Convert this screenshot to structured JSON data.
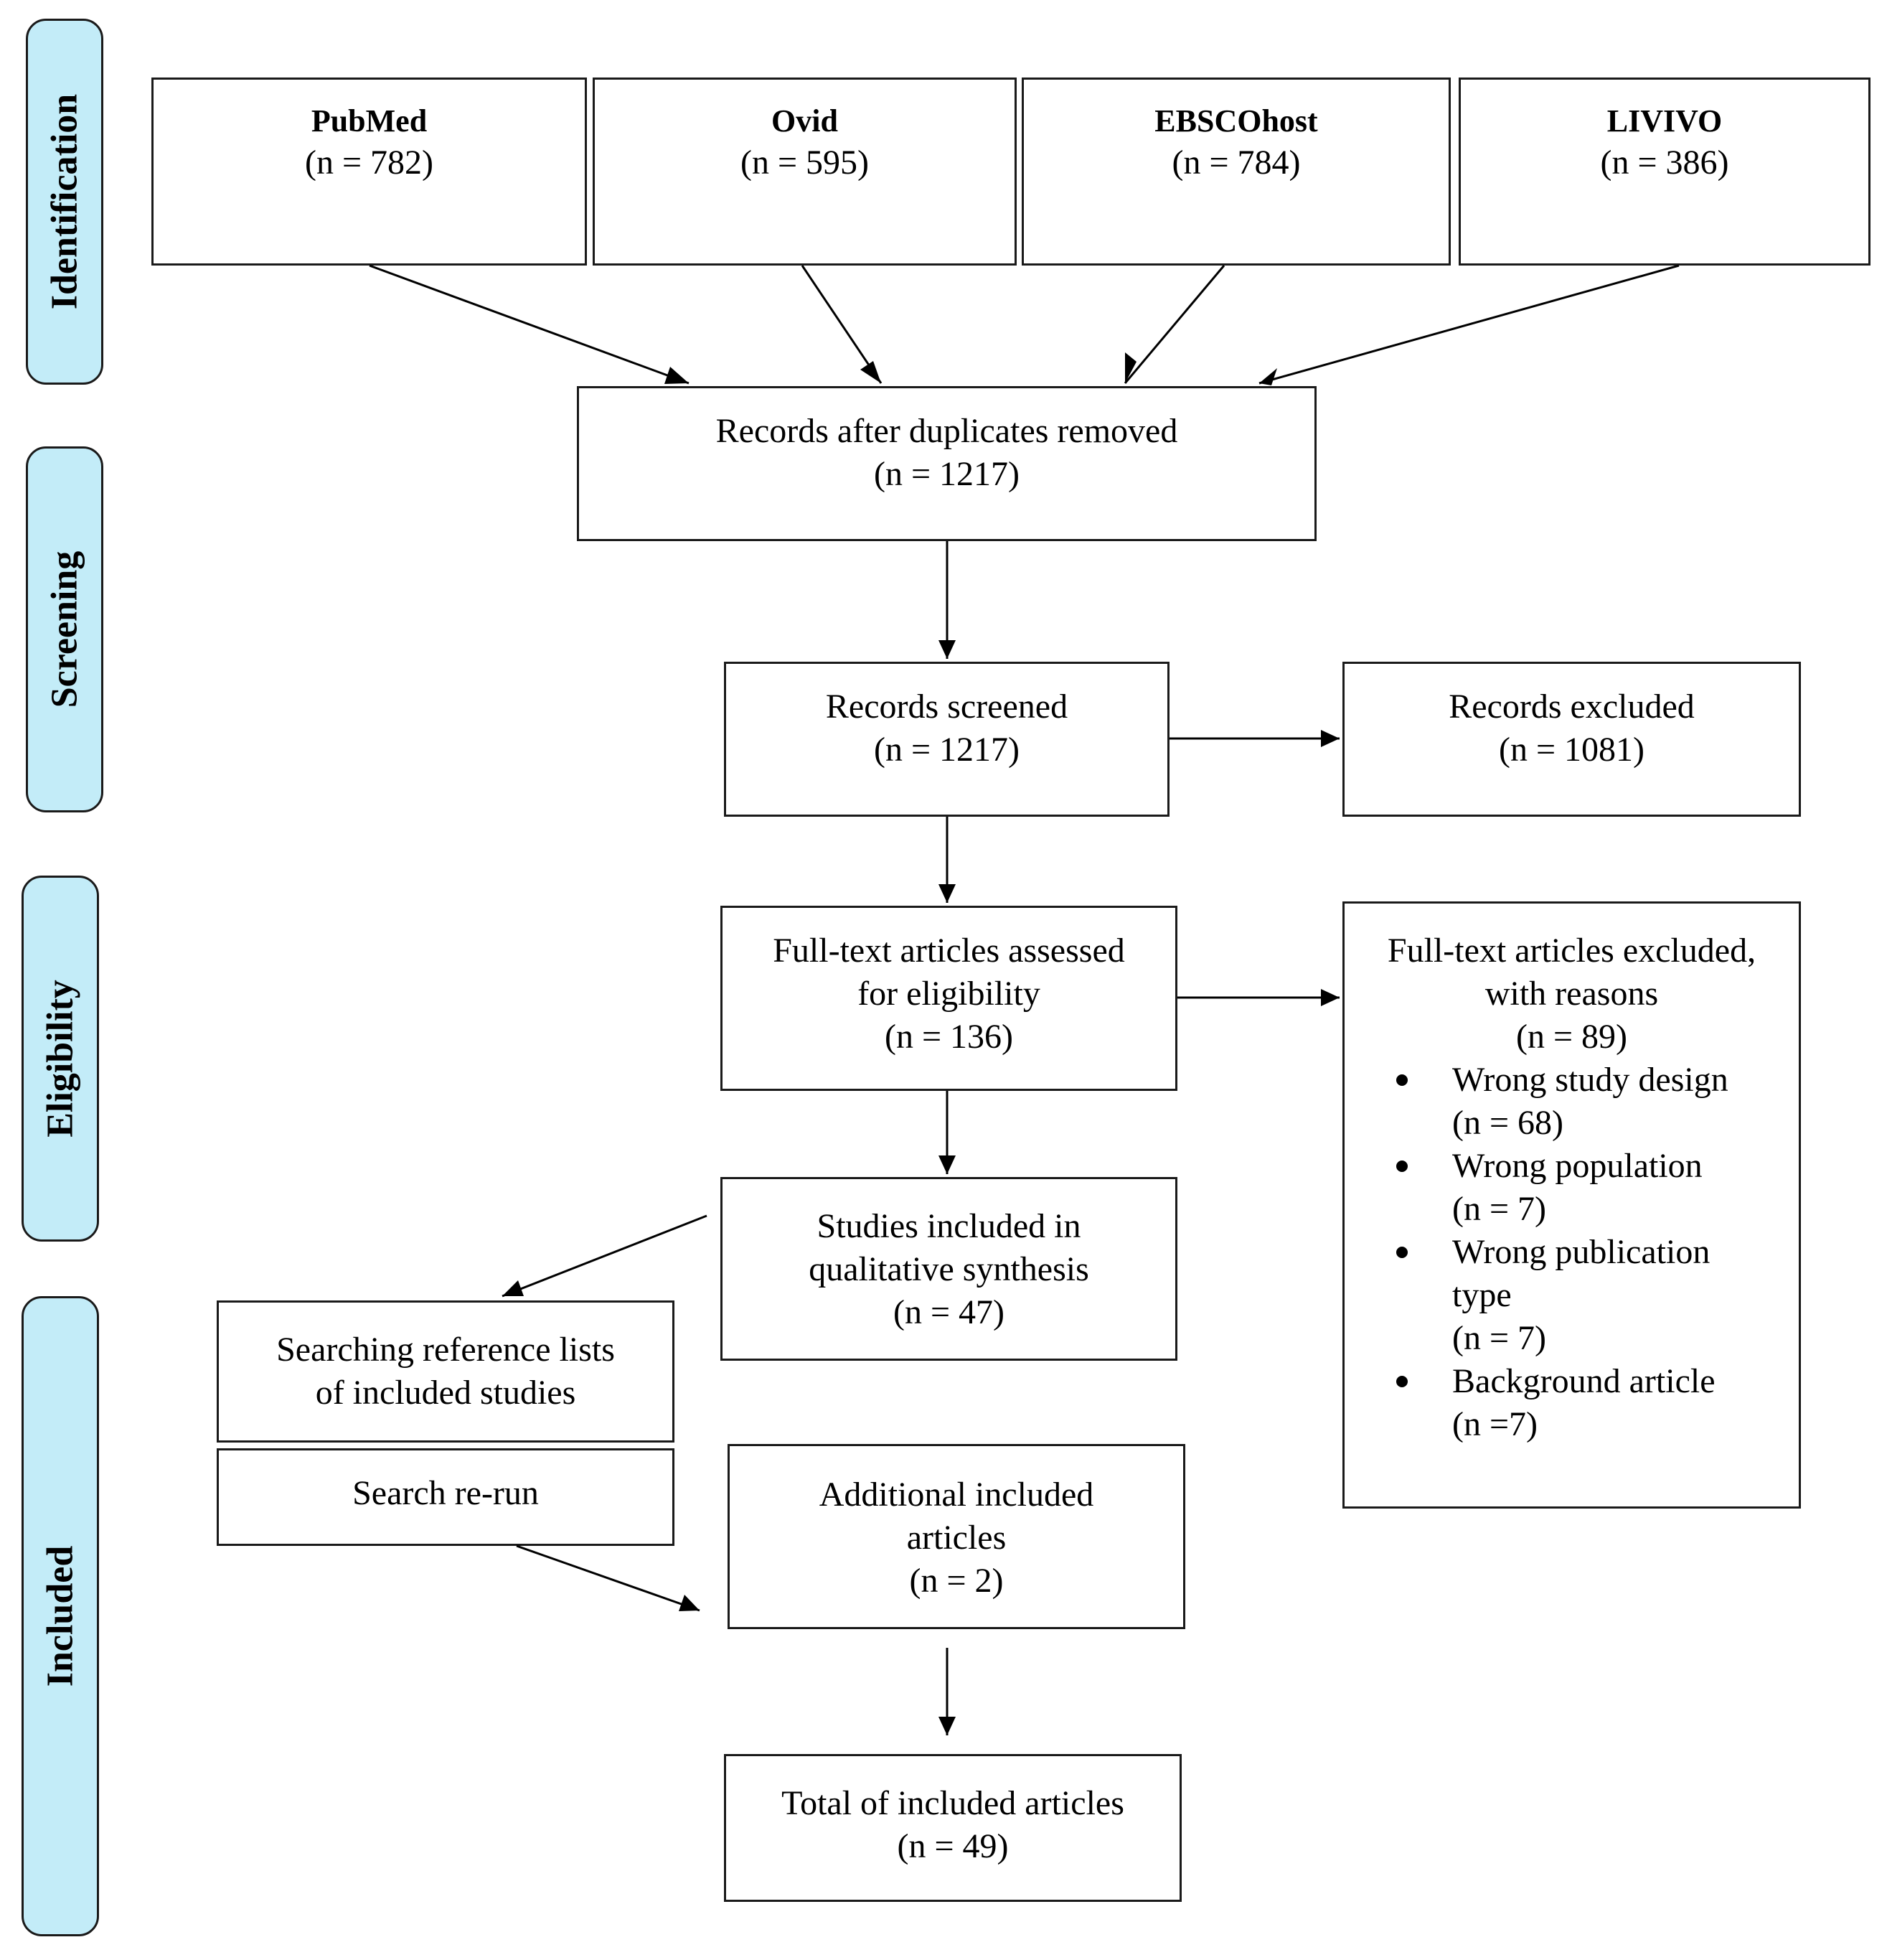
{
  "stages": [
    {
      "id": "identification",
      "label": "Identification"
    },
    {
      "id": "screening",
      "label": "Screening"
    },
    {
      "id": "eligibility",
      "label": "Eligibility"
    },
    {
      "id": "included",
      "label": "Included"
    }
  ],
  "databases": [
    {
      "name": "PubMed",
      "count": "(n = 782)"
    },
    {
      "name": "Ovid",
      "count": "(n = 595)"
    },
    {
      "name": "EBSCOhost",
      "count": "(n = 784)"
    },
    {
      "name": "LIVIVO",
      "count": "(n = 386)"
    }
  ],
  "dedup": {
    "label": "Records after duplicates removed",
    "count": "(n = 1217)"
  },
  "screened": {
    "label": "Records screened",
    "count": "(n = 1217)"
  },
  "excluded": {
    "label": "Records excluded",
    "count": "(n = 1081)"
  },
  "fulltext": {
    "line1": "Full-text articles assessed",
    "line2": "for eligibility",
    "count": "(n = 136)"
  },
  "fulltext_excluded": {
    "line1": "Full-text articles excluded,",
    "line2": "with reasons",
    "count": "(n = 89)",
    "reasons": [
      {
        "line1": "Wrong study design",
        "line2": "(n = 68)"
      },
      {
        "line1": "Wrong population",
        "line2": "(n = 7)"
      },
      {
        "line1": "Wrong publication",
        "line2": "type",
        "line3": "(n = 7)"
      },
      {
        "line1": "Background article",
        "line2": "(n =7)"
      }
    ]
  },
  "qualitative": {
    "line1": "Studies included in",
    "line2": "qualitative synthesis",
    "count": "(n = 47)"
  },
  "reference_lists": {
    "line1": "Searching reference lists",
    "line2": "of included studies"
  },
  "rerun": {
    "label": "Search re-run"
  },
  "additional": {
    "line1": "Additional included",
    "line2": "articles",
    "count": "(n = 2)"
  },
  "total": {
    "label": "Total of included articles",
    "count": "(n = 49)"
  }
}
